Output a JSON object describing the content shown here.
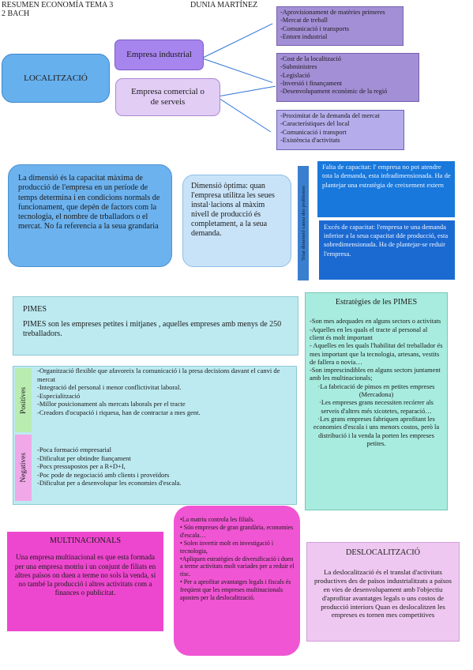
{
  "header": {
    "left_line1": "RESUMEN ECONOMÍA TEMA 3",
    "left_line2": "2 BACH",
    "author": "DUNIA MARTÍNEZ"
  },
  "localitzacio": {
    "title": "LOCALITZACIÓ",
    "industrial_label": "Empresa industrial",
    "comercial_label": "Empresa comercial o de serveis",
    "industrial_list": [
      "-Aprovisionament de matèries primeres",
      "-Mercat de treball",
      "-Comunicació i transports",
      "-Entorn industrial"
    ],
    "common_list": [
      "-Cost de la localització",
      "-Subministres",
      "-Legislació",
      "-Inversió i finançament",
      "-Desenvolupament econòmic de la regió"
    ],
    "comercial_list": [
      "-Proximitat de la demanda del mercat",
      "-Característiques del local",
      "-Comunicació i transport",
      "-Existència d'activitats"
    ]
  },
  "dimensio": {
    "definition": "La dimensió és la capacitat màxima de producció de l'empresa en un període de temps determina i en condicions normals de funcionament, que depén de factors com la tecnologia, el nombre de trballadors o el mercat. No fa referencia a la seua grandaria",
    "optima": "Dimensió òptima: quan l'empresa utilitza les seues instal·lacions al màxim nivell de producció és completament, a la seua demanda.",
    "side_label": "Triar dimensió cansa dos problemes",
    "falta": "Falta de capacitat: l' empresa no pot atendre tota la demanda, esta infradimensionada. Ha de plantejar una estratègia de creixement extern",
    "exces": "Excés de capacitat: l'empresa te una demanda inferior a la seua capacitat dde producció, esta sobredimensionada. Ha de plantejar-se reduir l'empresa."
  },
  "pimes": {
    "title": "PIMES",
    "definition": "PIMES son les empreses petites i mitjanes , aquelles empreses amb menys de 250 treballadors.",
    "positives_label": "Positives",
    "positives": [
      "-Organització flexible que afavoreix la comunicació i la presa decisions davant el canvi de mercat",
      "-Integració del personal i menor conflictivitat laboral.",
      "-Especialització",
      "-Millor posicionament als mercats laborals per el tracte",
      "-Creadors d'ocupació i riquesa, han de contractar a mes gent."
    ],
    "negatives_label": "Negatives",
    "negatives": [
      "-Poca formació empresarial",
      "-Dificultat per obtindre fiançament",
      "-Pocs pressupostos per a R+D+I,",
      "-Poc pode de negociació amb clients i proveïdors",
      "-Dificultat per a desenvolupar les economies d'escala."
    ]
  },
  "estrategies": {
    "title": "Estratègies de les PIMES",
    "items": [
      "-Son mes adequades en alguns sectors o activitats",
      "-Aquelles en les quals el tracte al personal al client és molt important",
      "- Aquelles en les quals l'habilitat del treballador és mes important que la tecnologia, artesans, vestits de fallera o novia…",
      "-Son imprescindibles en alguns sectors juntament amb les multinacionals;",
      "·La fabricació de pinsos en petites empreses (Mercadona)",
      "·Les empreses grans necessiten recórrer als serveis d'altres més xicotetes, reparació…",
      "·Les grans empreses fabriquen aprofitant les economies d'escala i uns menors costos, però la distribució i la venda la porten les empreses petites."
    ]
  },
  "multinacionals": {
    "title": "MULTINACIONALS",
    "text": "Una empresa multinacional es que esta formada per una empresa motriu i un conjunt de filiats en altres països on duen a terme no sols la venda, si no també la producció i altres activitats com a finances o publicitat.",
    "bullets": [
      "•La matriu controla les filials.",
      "• Són empreses de gran grandària, economies d'escala…",
      "• Solen invertir molt en investigació i tecnologia,",
      "•Apliquen estratègies de diversificació i duen a terme activitats molt variades per a reduir el risc.",
      "• Per a aprofitar avantatges legals i fiscals és freqüent que les empreses multinacionals aposten per la deslocalització."
    ]
  },
  "deslocalitzacio": {
    "title": "DESLOCALITZACIÓ",
    "text": "La deslocalització és el translat d'activitats productives des de països industrialitzats a països en vies de desenvolupament amb l'objectiu d'aprofitar avantatges legals o uns costos de producció interiors Quan es deslocalitzen les empreses es tornen mes competitives"
  },
  "colors": {
    "localitzacio": "#67b0ee",
    "industrial": "#a785ee",
    "comercial": "#e2cdf5",
    "dimension_box": "#6cb2ee",
    "optima_box": "#c8e3f8",
    "falta_box": "#1878dc",
    "exces_box": "#1b6ad2",
    "pimes_box": "#bdeaf1",
    "positives": "#b9ecb0",
    "negatives": "#f0a8e8",
    "estrategies": "#a8ecdf",
    "multinacionals": "#ee47cf",
    "bullets_box": "#f055d3",
    "deslocalitzacio": "#eec8f0"
  }
}
